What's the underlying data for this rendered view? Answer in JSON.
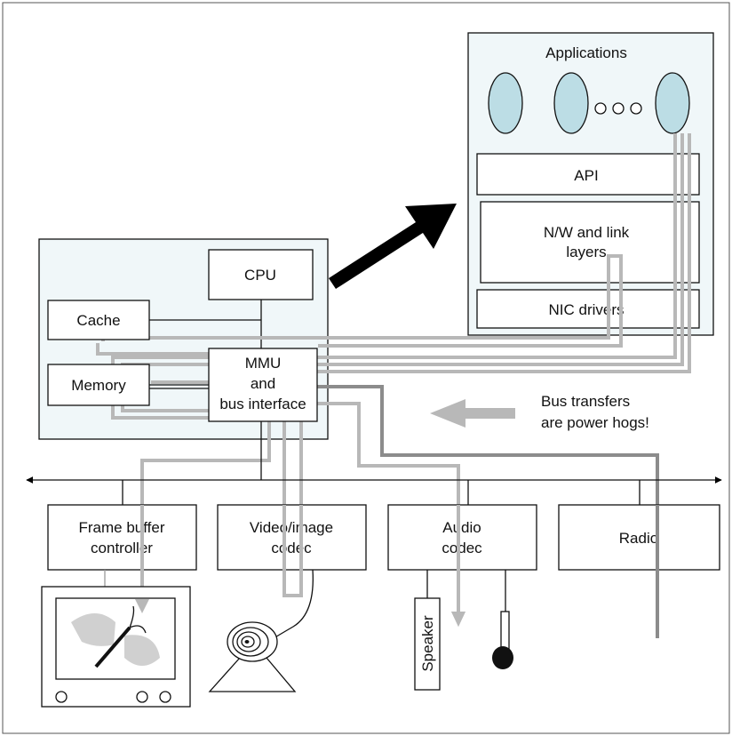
{
  "diagram": {
    "applications_title": "Applications",
    "api_label": "API",
    "nw_label_line1": "N/W and link",
    "nw_label_line2": "layers",
    "nic_label": "NIC drivers",
    "cpu_label": "CPU",
    "cache_label": "Cache",
    "memory_label": "Memory",
    "mmu_line1": "MMU",
    "mmu_line2": "and",
    "mmu_line3": "bus interface",
    "bus_note_line1": "Bus transfers",
    "bus_note_line2": "are power hogs!",
    "frame_buffer_line1": "Frame buffer",
    "frame_buffer_line2": "controller",
    "video_line1": "Video/image",
    "video_line2": "codec",
    "audio_line1": "Audio",
    "audio_line2": "codec",
    "radio_label": "Radio",
    "speaker_label": "Speaker"
  },
  "colors": {
    "panel_fill": "#f0f7f9",
    "app_ellipse_fill": "#bcdde5",
    "gray_path": "#b8b8b8",
    "dark_path": "#8c8c8c",
    "arrow_black": "#000000"
  }
}
